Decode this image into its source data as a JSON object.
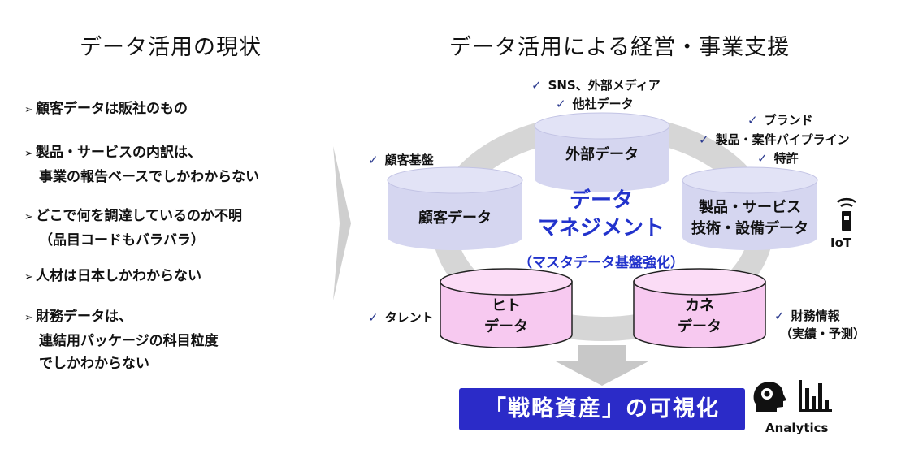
{
  "left": {
    "title": "データ活用の現状",
    "bullets": [
      {
        "line1": "顧客データは販社のもの",
        "line2": "",
        "line3": ""
      },
      {
        "line1": "製品・サービスの内訳は、",
        "line2": "事業の報告ベースでしかわからない",
        "line3": ""
      },
      {
        "line1": "どこで何を調達しているのか不明",
        "line2": "（品目コードもバラバラ）",
        "line3": ""
      },
      {
        "line1": "人材は日本しかわからない",
        "line2": "",
        "line3": ""
      },
      {
        "line1": "財務データは、",
        "line2": "連結用パッケージの科目粒度",
        "line3": "でしかわからない"
      }
    ]
  },
  "right": {
    "title": "データ活用による経営・事業支援",
    "cylinders": {
      "external": "外部データ",
      "customer": "顧客データ",
      "product_line1": "製品・サービス",
      "product_line2": "技術・設備データ",
      "people_line1": "ヒト",
      "people_line2": "データ",
      "money_line1": "カネ",
      "money_line2": "データ"
    },
    "center": {
      "line1": "データ",
      "line2": "マネジメント",
      "sub": "（マスタデータ基盤強化）"
    },
    "checks": {
      "external": [
        "SNS、外部メディア",
        "他社データ"
      ],
      "customer": [
        "顧客基盤"
      ],
      "product": [
        "ブランド",
        "製品・案件パイプライン",
        "特許"
      ],
      "people": [
        "タレント"
      ],
      "money": [
        "財務情報"
      ]
    },
    "money_sub": "（実績・予測）",
    "iot_label": "IoT",
    "result": "「戦略資産」の可視化",
    "analytics_label": "Analytics"
  },
  "colors": {
    "lavender": "#d5d6f0",
    "pink": "#f7c9f0",
    "ring": "#d6d6d6",
    "center_text": "#2233cc",
    "result_bg": "#2b2bc8"
  },
  "icons": [
    "chevron-right-icon",
    "check-icon",
    "iot-device-icon",
    "brain-head-icon",
    "bar-chart-icon",
    "down-arrow-icon"
  ]
}
